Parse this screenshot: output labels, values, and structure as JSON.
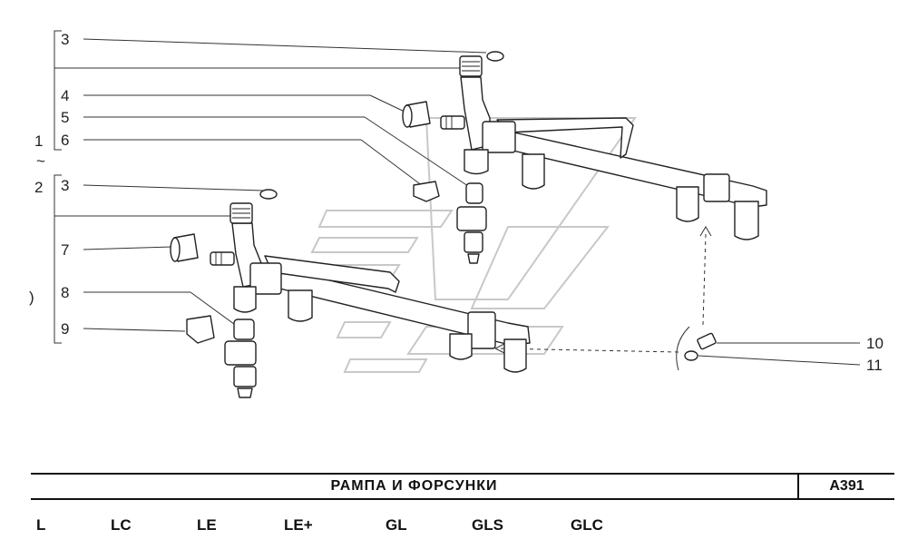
{
  "callouts": {
    "n1": "1",
    "tilde": "~",
    "n2": "2",
    "n3a": "3",
    "n3b": "3",
    "n4": "4",
    "n5": "5",
    "n6": "6",
    "n7": "7",
    "n8": "8",
    "n9": "9",
    "n10": "10",
    "n11": "11",
    "paren": ")"
  },
  "title": "РАМПА   И   ФОРСУНКИ",
  "code": "A391",
  "trims": [
    "L",
    "LC",
    "LE",
    "LE+",
    "GL",
    "GLS",
    "GLC"
  ],
  "colors": {
    "line": "#222222",
    "watermark": "#c8c8c8",
    "background": "#ffffff"
  }
}
